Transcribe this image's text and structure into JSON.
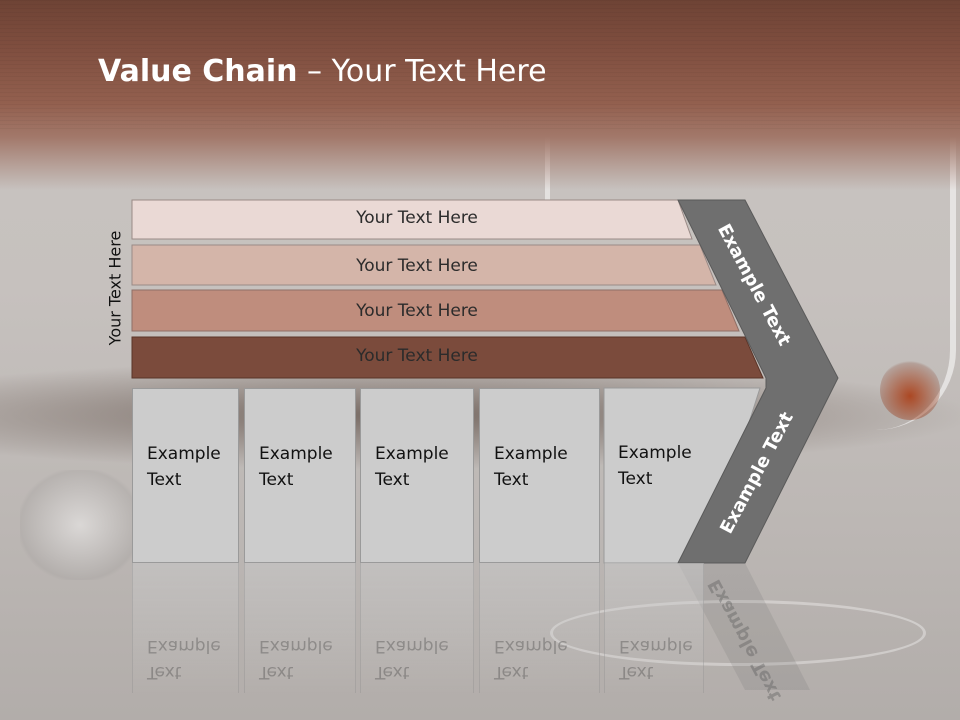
{
  "slide": {
    "title_bold": "Value Chain",
    "title_rest": " – Your Text Here",
    "side_label": "Your Text Here"
  },
  "bars": [
    {
      "label": "Your Text Here",
      "color": "#ead9d5"
    },
    {
      "label": "Your Text Here",
      "color": "#d4b5a9"
    },
    {
      "label": "Your Text Here",
      "color": "#bf8d7d"
    },
    {
      "label": "Your Text Here",
      "color": "#7b4b3c"
    }
  ],
  "columns": [
    {
      "line1": "Example",
      "line2": "Text"
    },
    {
      "line1": "Example",
      "line2": "Text"
    },
    {
      "line1": "Example",
      "line2": "Text"
    },
    {
      "line1": "Example",
      "line2": "Text"
    },
    {
      "line1": "Example",
      "line2": "Text"
    }
  ],
  "chevron": {
    "upper_label": "Example Text",
    "lower_label": "Example Text",
    "color": "#6f6f6f"
  }
}
